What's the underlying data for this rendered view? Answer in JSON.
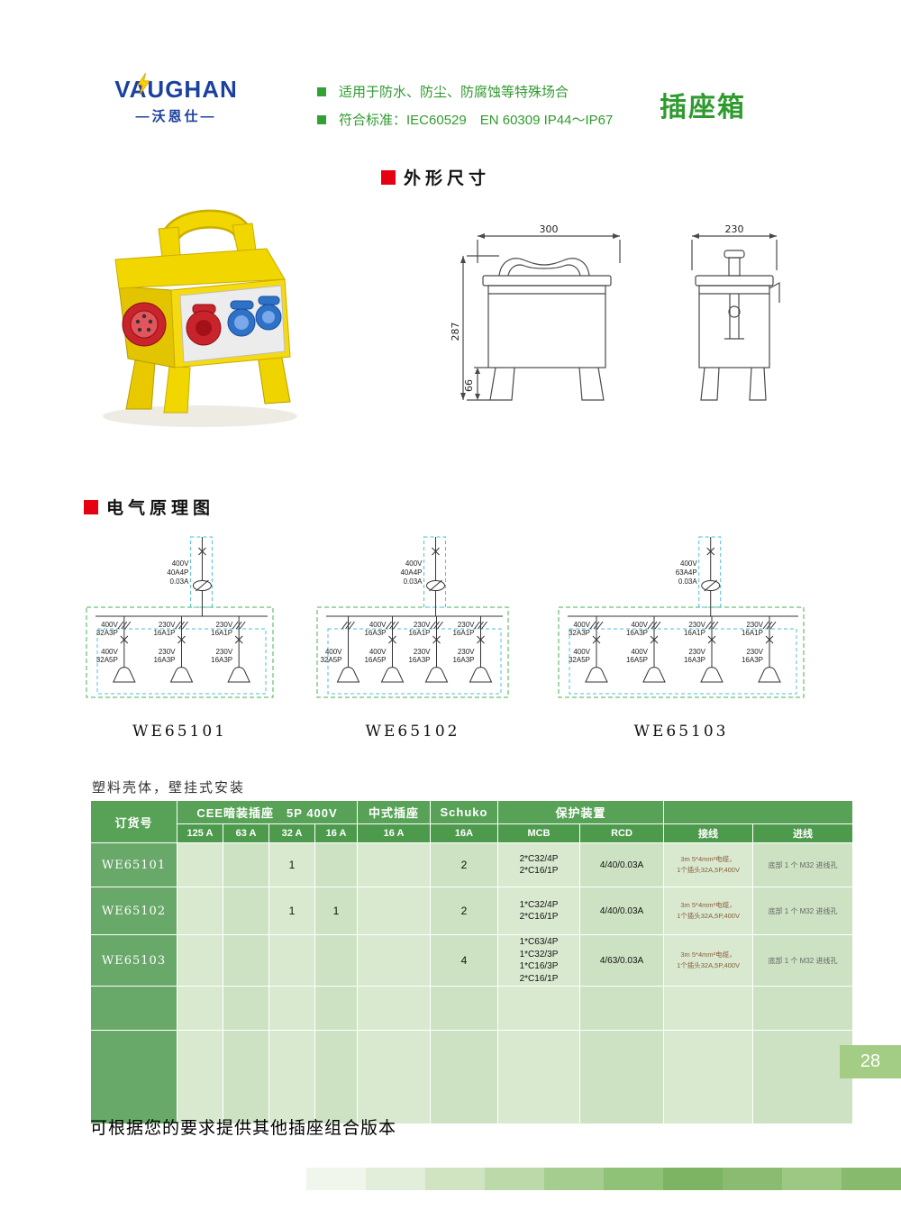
{
  "colors": {
    "accent_green": "#2f9b2f",
    "accent_red": "#e60012",
    "logo_blue": "#1a41a0",
    "product_yellow": "#f2d600",
    "table_header_green": "#57a257"
  },
  "header": {
    "logo_text": "VAUGHAN",
    "logo_sub": "—沃恩仕—",
    "features": [
      "适用于防水、防尘、防腐蚀等特殊场合",
      "符合标准：IEC60529　EN 60309  IP44～IP67"
    ],
    "page_title": "插座箱"
  },
  "sections": {
    "dimensions": "外形尺寸",
    "schematic": "电气原理图"
  },
  "drawings": {
    "front_width": "300",
    "front_height": "287",
    "front_leg_height": "66",
    "side_width": "230"
  },
  "diagrams": [
    {
      "id": "WE65101",
      "incoming": [
        "400V",
        "40A4P",
        "0.03A"
      ],
      "branches": [
        {
          "top": [
            "400V",
            "32A3P"
          ],
          "bottom": [
            "400V",
            "32A5P"
          ]
        },
        {
          "top": [
            "230V",
            "16A1P"
          ],
          "bottom": [
            "230V",
            "16A3P"
          ]
        },
        {
          "top": [
            "230V",
            "16A1P"
          ],
          "bottom": [
            "230V",
            "16A3P"
          ]
        }
      ]
    },
    {
      "id": "WE65102",
      "incoming": [
        "400V",
        "40A4P",
        "0.03A"
      ],
      "branches": [
        {
          "top": [],
          "bottom": [
            "400V",
            "32A5P"
          ]
        },
        {
          "top": [
            "400V",
            "16A3P"
          ],
          "bottom": [
            "400V",
            "16A5P"
          ]
        },
        {
          "top": [
            "230V",
            "16A1P"
          ],
          "bottom": [
            "230V",
            "16A3P"
          ]
        },
        {
          "top": [
            "230V",
            "16A1P"
          ],
          "bottom": [
            "230V",
            "16A3P"
          ]
        }
      ]
    },
    {
      "id": "WE65103",
      "incoming": [
        "400V",
        "63A4P",
        "0.03A"
      ],
      "branches": [
        {
          "top": [
            "400V",
            "32A3P"
          ],
          "bottom": [
            "400V",
            "32A5P"
          ]
        },
        {
          "top": [
            "400V",
            "16A3P"
          ],
          "bottom": [
            "400V",
            "16A5P"
          ]
        },
        {
          "top": [
            "230V",
            "16A1P"
          ],
          "bottom": [
            "230V",
            "16A3P"
          ]
        },
        {
          "top": [
            "230V",
            "16A1P"
          ],
          "bottom": [
            "230V",
            "16A3P"
          ]
        }
      ]
    }
  ],
  "table_note": "塑料壳体，壁挂式安装",
  "table": {
    "headers": {
      "order_no": "订货号",
      "cee_group": "CEE暗装插座　5P 400V",
      "cee_subs": [
        "125 A",
        "63 A",
        "32 A",
        "16 A"
      ],
      "chinese_socket": "中式插座",
      "chinese_sub": "16 A",
      "schuko": "Schuko",
      "schuko_sub": "16A",
      "protection": "保护装置",
      "protection_subs": [
        "MCB",
        "RCD"
      ],
      "wiring": "接线",
      "inlet": "进线"
    },
    "rows": [
      {
        "order_no": "WE65101",
        "cee_125": "",
        "cee_63": "",
        "cee_32": "1",
        "cee_16": "",
        "cn_16": "",
        "schuko_16": "2",
        "mcb": [
          "2*C32/4P",
          "2*C16/1P"
        ],
        "rcd": "4/40/0.03A",
        "wiring": [
          "3m 5*4mm²电缆，",
          "1个插头32A,5P,400V"
        ],
        "inlet": "底部 1 个 M32 进线孔"
      },
      {
        "order_no": "WE65102",
        "cee_125": "",
        "cee_63": "",
        "cee_32": "1",
        "cee_16": "1",
        "cn_16": "",
        "schuko_16": "2",
        "mcb": [
          "1*C32/4P",
          "2*C16/1P"
        ],
        "rcd": "4/40/0.03A",
        "wiring": [
          "3m 5*4mm²电缆，",
          "1个插头32A,5P,400V"
        ],
        "inlet": "底部 1 个 M32 进线孔"
      },
      {
        "order_no": "WE65103",
        "cee_125": "",
        "cee_63": "",
        "cee_32": "",
        "cee_16": "",
        "cn_16": "",
        "schuko_16": "4",
        "mcb": [
          "1*C63/4P",
          "1*C32/3P",
          "1*C16/3P",
          "2*C16/1P"
        ],
        "rcd": "4/63/0.03A",
        "wiring": [
          "3m 5*4mm²电缆，",
          "1个插头32A,5P,400V"
        ],
        "inlet": "底部 1 个 M32 进线孔"
      },
      {
        "order_no": "",
        "cee_125": "",
        "cee_63": "",
        "cee_32": "",
        "cee_16": "",
        "cn_16": "",
        "schuko_16": "",
        "mcb": [],
        "rcd": "",
        "wiring": [],
        "inlet": ""
      },
      {
        "order_no": "",
        "cee_125": "",
        "cee_63": "",
        "cee_32": "",
        "cee_16": "",
        "cn_16": "",
        "schuko_16": "",
        "mcb": [],
        "rcd": "",
        "wiring": [],
        "inlet": ""
      }
    ]
  },
  "footer_note": "可根据您的要求提供其他插座组合版本",
  "page_number": "28",
  "footer_bar_colors": [
    "#f0f6ec",
    "#e2eeda",
    "#d0e4c2",
    "#bcd9aa",
    "#a6cd90",
    "#8fc176",
    "#7db463",
    "#8abb70",
    "#9cc883",
    "#88ba6d"
  ]
}
